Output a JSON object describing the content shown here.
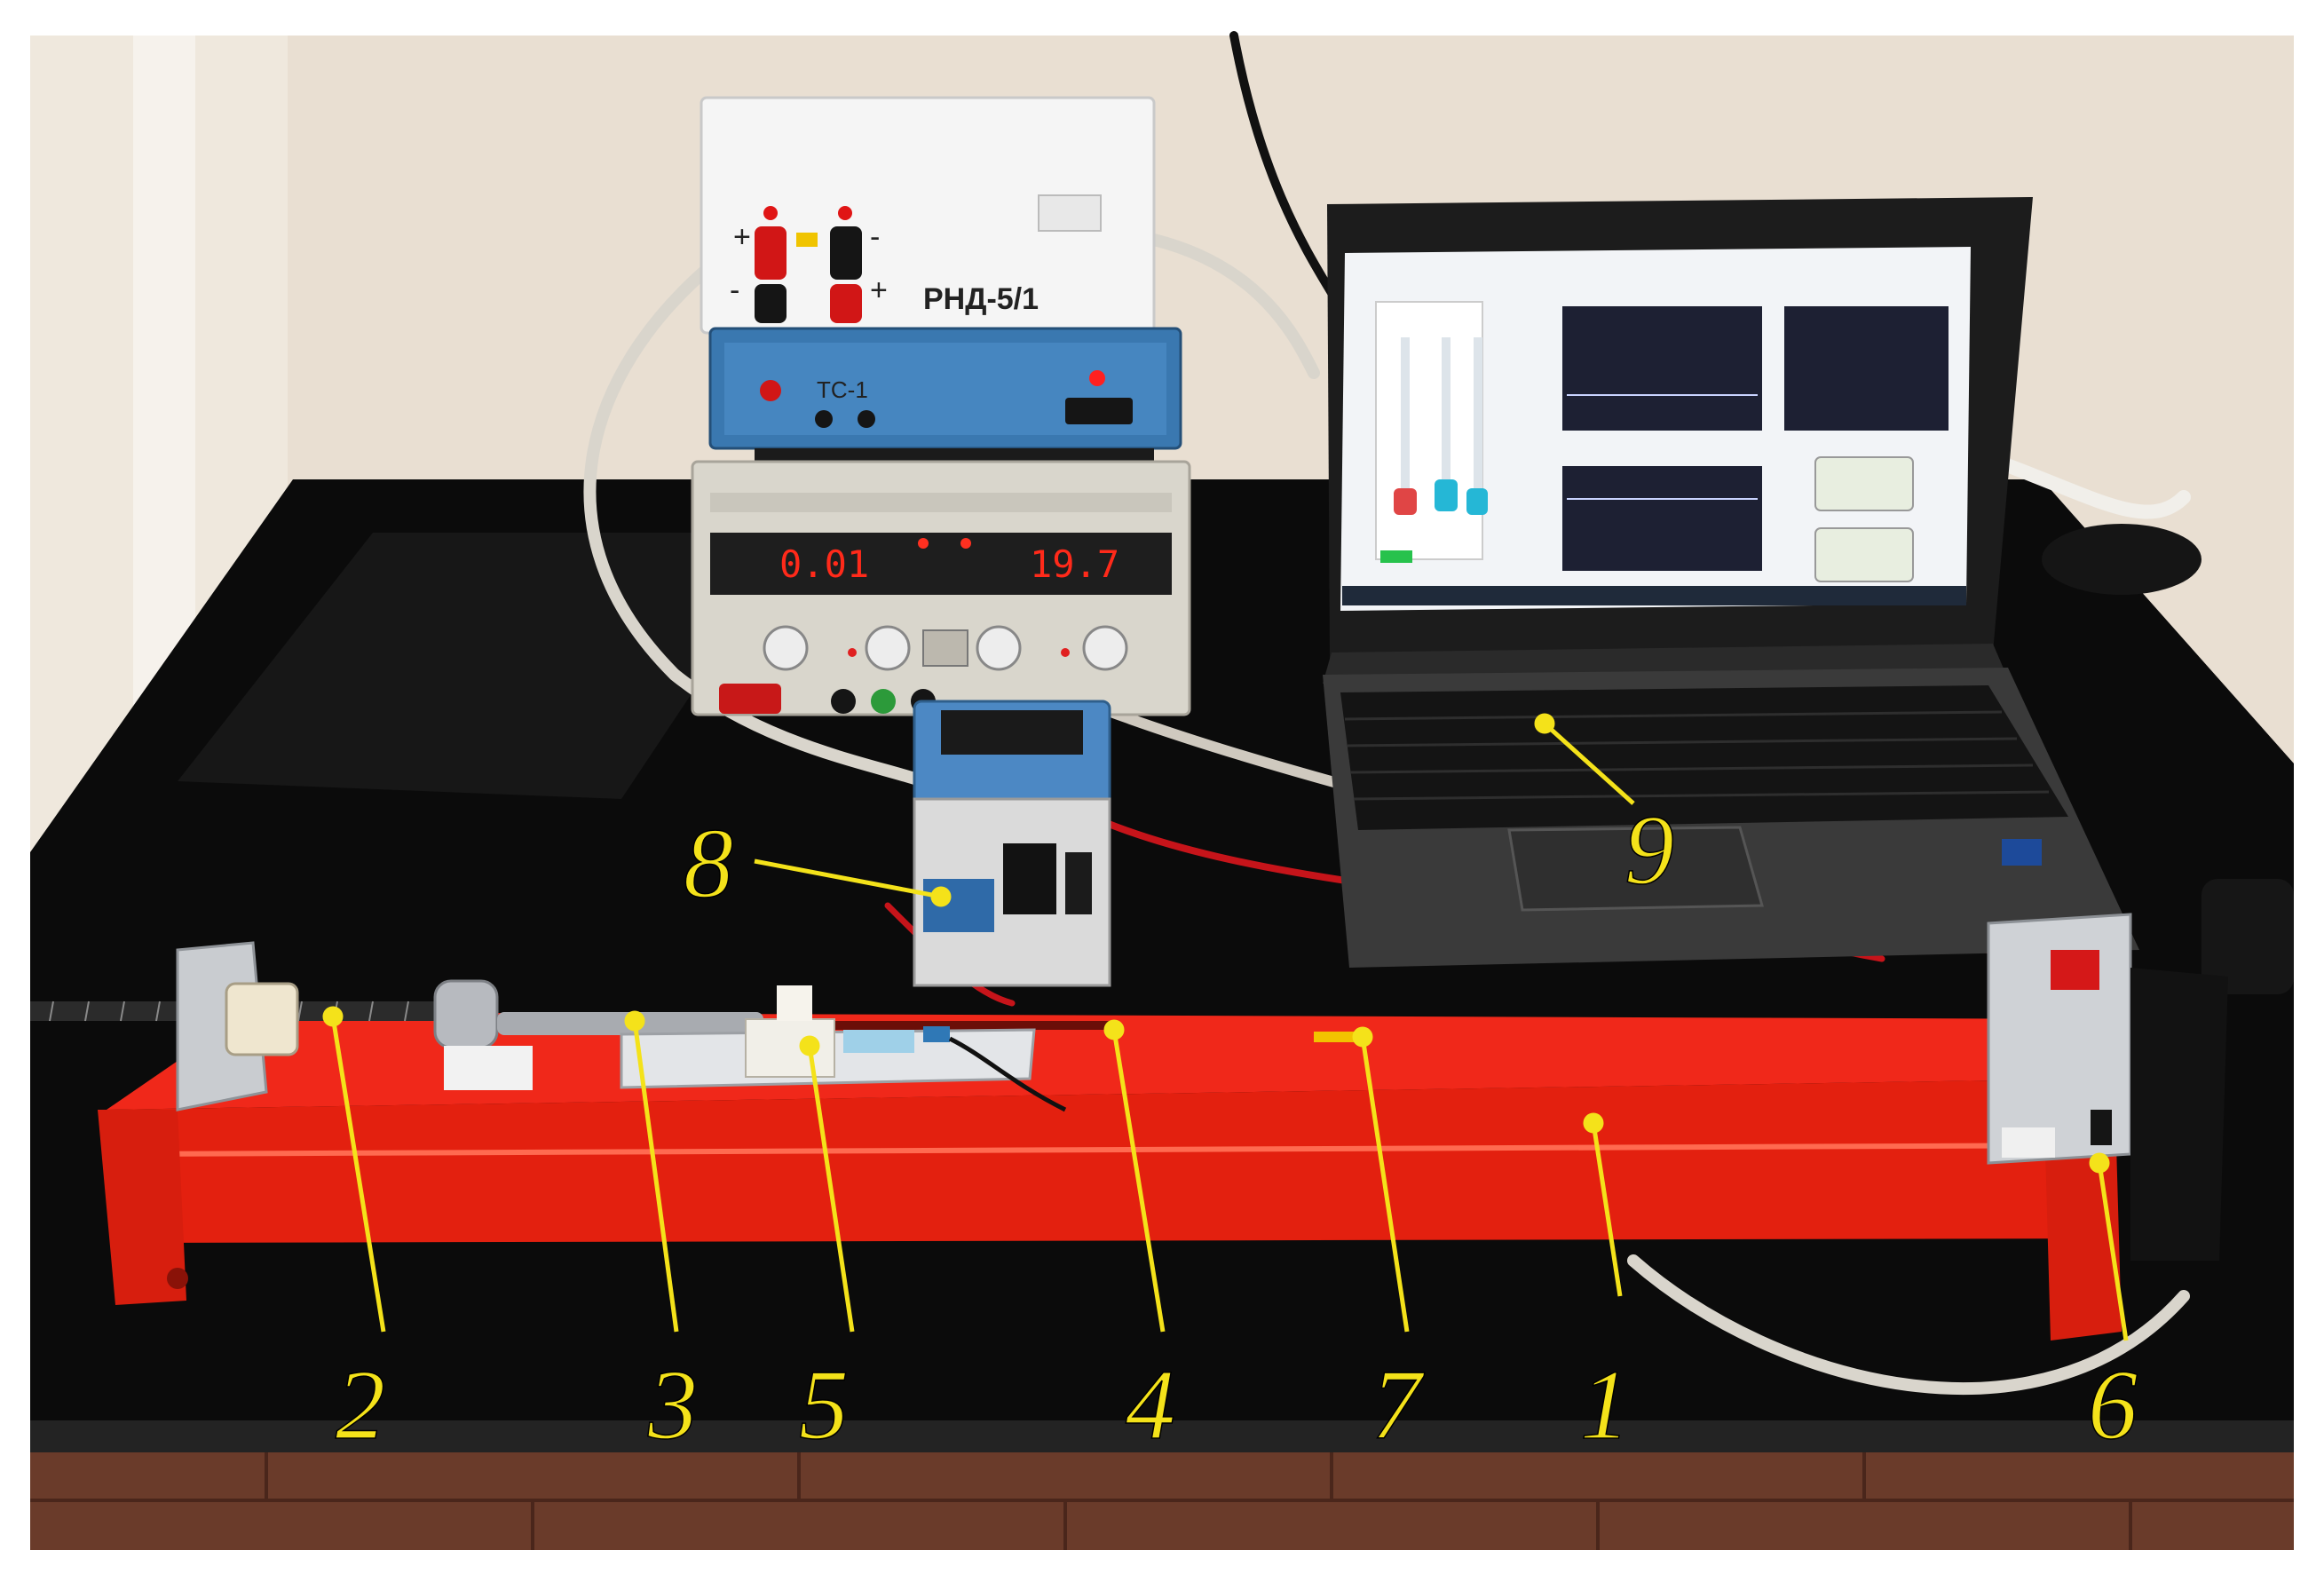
{
  "photo": {
    "colors": {
      "wall": "#e9dfd2",
      "table": "#0b0b0b",
      "rail": "#f0281a",
      "callout": "#f4e21a",
      "screen": "#f2f4f7"
    }
  },
  "devices": {
    "top_box": {
      "label": "РНД-5/1",
      "plus_left": "+",
      "minus_left": "-",
      "plus_right": "+",
      "minus_right": "-"
    },
    "middle_box": {
      "label": "TC-1"
    },
    "power_supply": {
      "display_left": "0.01",
      "display_right": "19.7"
    }
  },
  "callouts": [
    {
      "id": "1",
      "text": "1"
    },
    {
      "id": "2",
      "text": "2"
    },
    {
      "id": "3",
      "text": "3"
    },
    {
      "id": "4",
      "text": "4"
    },
    {
      "id": "5",
      "text": "5"
    },
    {
      "id": "6",
      "text": "6"
    },
    {
      "id": "7",
      "text": "7"
    },
    {
      "id": "8",
      "text": "8"
    },
    {
      "id": "9",
      "text": "9"
    }
  ]
}
